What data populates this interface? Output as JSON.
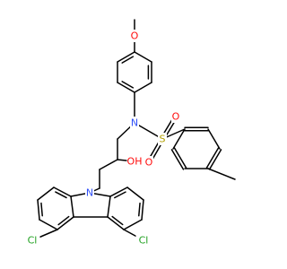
{
  "colors": {
    "carbon": "#000000",
    "oxygen": "#FF0D0D",
    "nitrogen": "#3050F8",
    "sulfur": "#B2A000",
    "chlorine": "#1FA01F",
    "background": "#FFFFFF"
  },
  "molecule": {
    "atoms": [
      {
        "id": "o_methoxy",
        "label": "O",
        "element": "oxygen"
      },
      {
        "id": "n_sulfonamide",
        "label": "N",
        "element": "nitrogen"
      },
      {
        "id": "s_sulfonyl",
        "label": "S",
        "element": "sulfur"
      },
      {
        "id": "o_sulfonyl_top",
        "label": "O",
        "element": "oxygen"
      },
      {
        "id": "o_sulfonyl_bottom",
        "label": "O",
        "element": "oxygen"
      },
      {
        "id": "oh_hydroxyl",
        "label": "OH",
        "element": "oxygen"
      },
      {
        "id": "n_carbazole",
        "label": "N",
        "element": "nitrogen"
      },
      {
        "id": "cl_left",
        "label": "Cl",
        "element": "chlorine"
      },
      {
        "id": "cl_right",
        "label": "Cl",
        "element": "chlorine"
      }
    ]
  }
}
